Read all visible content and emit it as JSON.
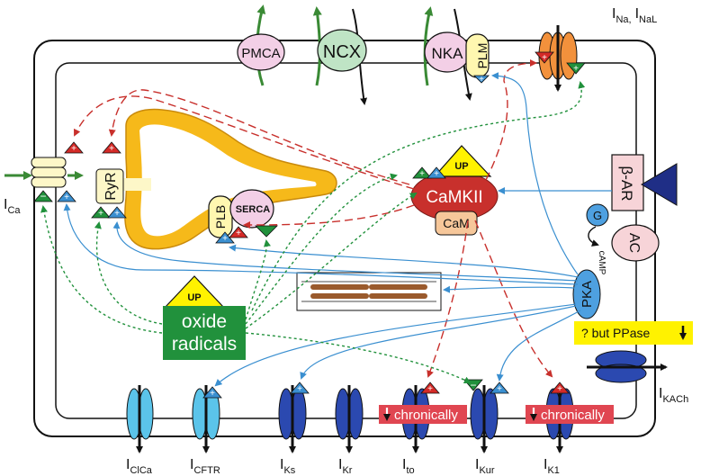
{
  "channels": {
    "pmca": "PMCA",
    "ncx": "NCX",
    "nka": "NKA",
    "plm": "PLM",
    "ryr": "RyR",
    "plb": "PLB",
    "serca": "SERCA",
    "camkii": "CaMKII",
    "cam": "CaM",
    "beta_ar": "β-AR",
    "g": "G",
    "ac": "AC",
    "camp": "cAMP",
    "pka": "PKA"
  },
  "labels": {
    "up_camkii": "UP",
    "up_oxide": "UP",
    "oxide_line1": "oxide",
    "oxide_line2": "radicals",
    "ppase": "? but PPase",
    "chronic_1": "chronically",
    "chronic_2": "chronically"
  },
  "currents": {
    "ina": {
      "main": "I",
      "sub": "Na,",
      "main2": "I",
      "sub2": "NaL"
    },
    "ica": {
      "main": "I",
      "sub": "Ca"
    },
    "iclca": {
      "main": "I",
      "sub": "ClCa"
    },
    "icftr": {
      "main": "I",
      "sub": "CFTR"
    },
    "iks": {
      "main": "I",
      "sub": "Ks"
    },
    "ikr": {
      "main": "I",
      "sub": "Kr"
    },
    "ito": {
      "main": "I",
      "sub": "to"
    },
    "ikur": {
      "main": "I",
      "sub": "Kur"
    },
    "ik1": {
      "main": "I",
      "sub": "K1"
    },
    "ikach": {
      "main": "I",
      "sub": "KACh"
    }
  },
  "colors": {
    "camkii_red": "#c8302c",
    "pka_blue": "#3a8fd0",
    "oxide_green": "#21913c",
    "sr_yellow": "#f6b91a",
    "up_yellow": "#fff200",
    "k_channel_blue": "#2b49b0",
    "cl_channel_blue": "#5bc4ea"
  }
}
